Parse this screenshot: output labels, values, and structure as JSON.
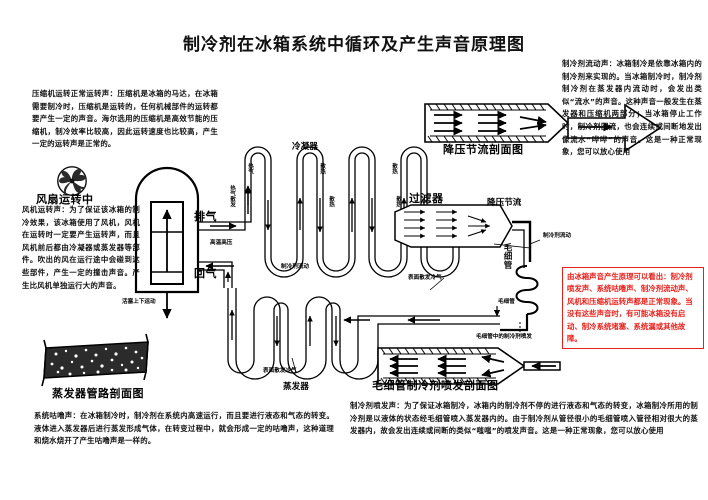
{
  "title": "制冷剂在冰箱系统中循环及产生声音原理图",
  "paragraphs": {
    "compressor": "压缩机运转正常运转声：压缩机是冰箱的马达，在冰箱需要制冷时，压缩机是运转的，任何机械部件的运转都要产生一定的声音。海尔选用的压缩机是高效节能的压缩机，制冷效率比较高，因此运转速度也比较高，产生一定的运转声是正常的。",
    "fan": "风机运转声：为了保证该冰箱的制冷效果，该冰箱使用了风机，风机在运转时一定要产生运转声，而且风机前后都由冷凝器或蒸发器等部件。吹出的风在运行途中会碰到这些部件，产生一定的撞击声音。产生比风机单独运行大的声音。",
    "top_right": "制冷剂流动声：冰箱制冷是依靠冰箱内的制冷剂来实现的。当冰箱制冷时，制冷剂制冷剂在蒸发器内流动时，会发出类似“流水”的声音。这种声音一般发生在蒸发器和压缩机两部分；当冰箱停止工作时，制冷剂回流，也会连续或间断地发出像流水“哗哗”的声音。这是一种正常现象，您可以放心使用",
    "red_box": "由冰箱声音产生原理可以看出：制冷剂喷发声、系统咕噜声、制冷剂流动声、风机和压缩机运转声都是正常现象。当没有这些声音时，有可能冰箱没有启动、制冷系统堵塞、系统漏或其他故障。",
    "bottom_left": "系统咕噜声：在冰箱制冷时，制冷剂在系统内高速运行，而且要进行液态和气态的转变。液体进入蒸发器后进行蒸发形成气体，在转变过程中，就会形成一定的咕噜声，这种道理和烧水烧开了产生咕噜声是一样的。",
    "bottom_right": "制冷剂喷发声：为了保证冰箱制冷，冰箱内的制冷剂不停的进行液态和气态的转变，冰箱制冷所用的制冷剂是以液体的状态经毛细管喷入蒸发器内的。由于制冷剂从管径很小的毛细管喷入管径相对很大的蒸发器内，故会发出连续或间断的类似“嗤嗤”的喷发声音。这是一种正常现象，您可以放心使用"
  },
  "captions": {
    "fan_running": "风扇运转中",
    "evaporator_section": "蒸发器管路剖面图",
    "throttle_section": "降压节流剖面图",
    "capillary_spray_section": "毛细管制冷剂喷发剖面图"
  },
  "labels": {
    "condenser": "冷凝器",
    "filter": "过滤器",
    "evaporator": "蒸发器",
    "exhaust": "排气",
    "return_air": "回气",
    "throttle": "降压节流",
    "capillary": "毛细管",
    "piston": "活塞上下运动",
    "high_temp_pressure": "高温高压",
    "refrigerant_flow": "制冷剂流动",
    "surface_cold": "表面散发冷气",
    "refrigerant_flow2": "制冷剂流动",
    "capillary_spray": "毛细管中的制冷剂喷发",
    "hot_air_release": "热气散发",
    "hot_air": "热气",
    "radiate": "散热",
    "capillary_tube_short": "毛细管"
  },
  "colors": {
    "accent_red": "#e8201a",
    "ink": "#000000",
    "paper": "#ffffff"
  },
  "icons": {
    "fan": "fan-icon"
  }
}
